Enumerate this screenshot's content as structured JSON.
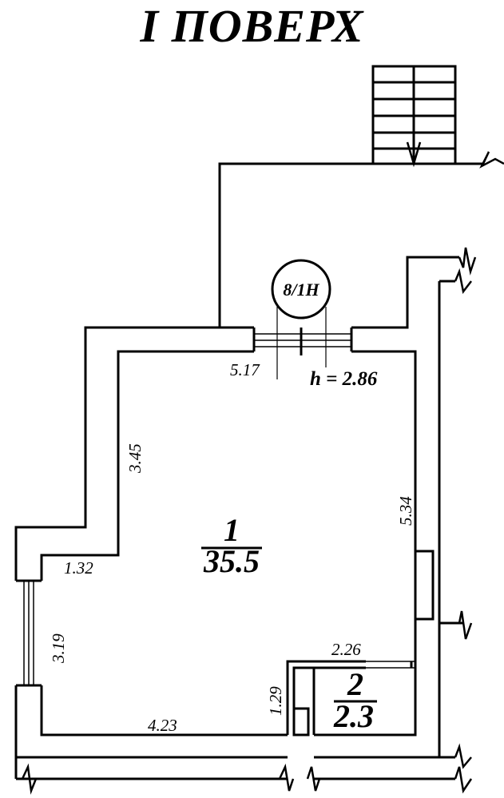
{
  "title": "I ПОВЕРХ",
  "marker": "8/1Н",
  "height_label": "h = 2.86",
  "rooms": [
    {
      "number": "1",
      "area": "35.5"
    },
    {
      "number": "2",
      "area": "2.3"
    }
  ],
  "dimensions": {
    "top_width": "5.17",
    "left_upper": "3.45",
    "left_step": "1.32",
    "window_wall": "3.19",
    "bottom_width": "4.23",
    "right_wall": "5.34",
    "room2_width": "2.26",
    "room2_height": "1.29"
  }
}
